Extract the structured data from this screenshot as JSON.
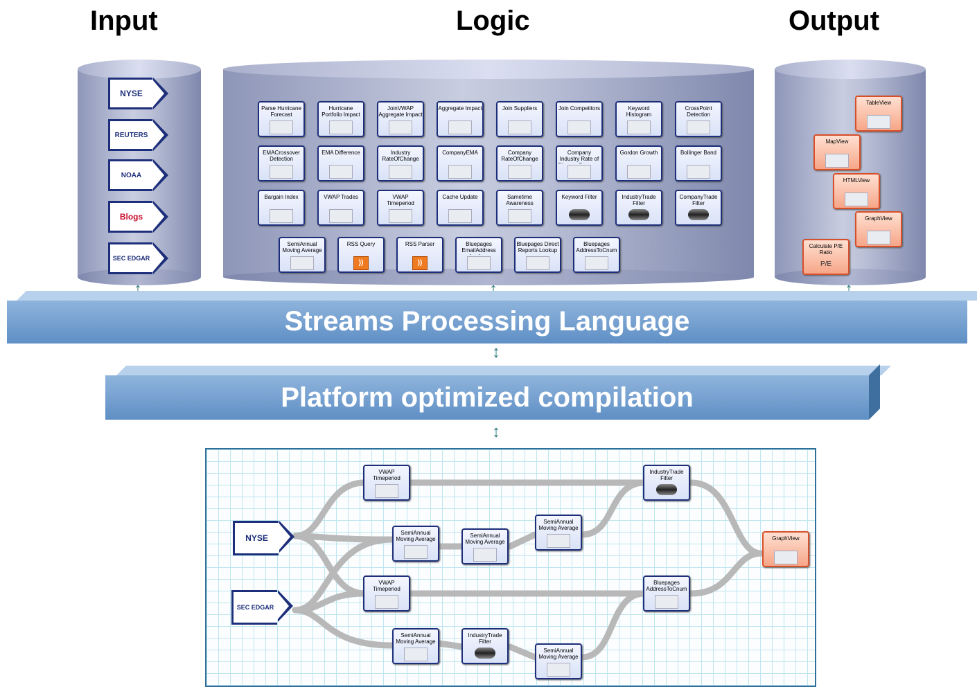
{
  "titles": {
    "input": "Input",
    "logic": "Logic",
    "output": "Output"
  },
  "input_sources": [
    "NYSE",
    "REUTERS",
    "NOAA",
    "Blogs",
    "SEC EDGAR"
  ],
  "logic_operators": {
    "row1": [
      "Parse Hurricane Forecast",
      "Hurricane Portfolio Impact",
      "JoinVWAP Aggregate Impact",
      "Aggregate Impact",
      "Join Suppliers",
      "Join Competitors",
      "Keyword Histogram",
      "CrossPoint Detection"
    ],
    "row2": [
      "EMACrossover Detection",
      "EMA Difference",
      "Industry RateOfChange",
      "CompanyEMA",
      "Company RateOfChange",
      "Company Industry Rate of Change Compare",
      "Gordon Growth",
      "Bollinger Band"
    ],
    "row3": [
      "Bargain Index",
      "VWAP Trades",
      "VWAP Timeperiod",
      "Cache Update",
      "Sametime Awareness",
      "Keyword Filter",
      "IndustryTrade Filter",
      "CompanyTrade Filter"
    ],
    "row4": [
      "SemiAnnual Moving Average",
      "RSS Query",
      "RSS Parser",
      "Bluepages EmailAddress Lookup",
      "Bluepages Direct Reports Lookup",
      "Bluepages AddressToCnum"
    ]
  },
  "output_views": [
    "TableView",
    "MapView",
    "HTMLView",
    "GraphView",
    "Calculate P/E Ratio"
  ],
  "bands": {
    "spl": "Streams Processing Language",
    "compile": "Platform optimized compilation"
  },
  "flow": {
    "sources": [
      "NYSE",
      "SEC EDGAR"
    ],
    "nodes": [
      "VWAP Timeperiod",
      "IndustryTrade Filter",
      "SemiAnnual Moving Average",
      "SemiAnnual Moving Average",
      "SemiAnnual Moving Average",
      "GraphView",
      "VWAP Timeperiod",
      "Bluepages AddressToCnum",
      "SemiAnnual Moving Average",
      "IndustryTrade Filter",
      "SemiAnnual Moving Average"
    ]
  },
  "icons": {
    "rss": "rss-icon",
    "filter": "filter-icon",
    "chart": "chart-thumbnail-icon",
    "arrow": "double-arrow-icon"
  }
}
